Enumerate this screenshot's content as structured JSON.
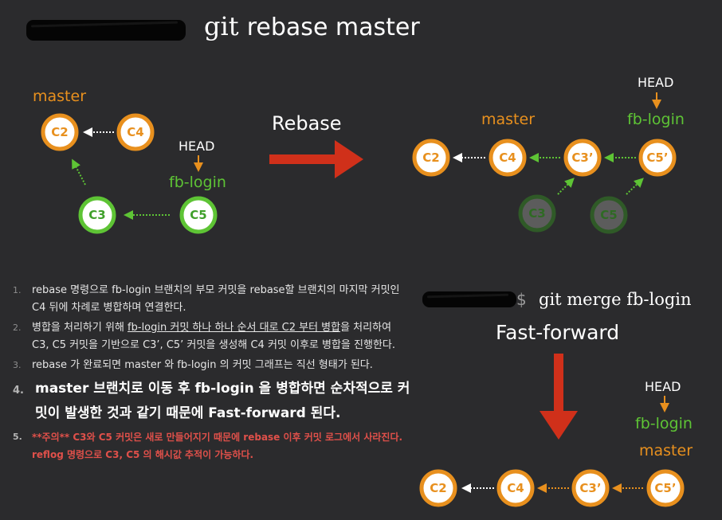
{
  "top": {
    "command_prefix": "git",
    "command_rest": "rebase master"
  },
  "before": {
    "branch_master": "master",
    "head": "HEAD",
    "branch_fb_login": "fb-login",
    "commits": [
      "C2",
      "C4",
      "C3",
      "C5"
    ]
  },
  "rebase_arrow_label": "Rebase",
  "after": {
    "branch_master": "master",
    "head": "HEAD",
    "branch_fb_login": "fb-login",
    "commits": [
      "C2",
      "C4",
      "C3’",
      "C5’"
    ],
    "ghost_commits": [
      "C3",
      "C5"
    ]
  },
  "notes": [
    {
      "num": "1.",
      "parts": [
        "rebase 명령으로 fb-login 브랜치의 부모 커밋을 rebase할 브랜치의 마지막 커밋인 C4 뒤에 차례로 병합하며 연결한다."
      ]
    },
    {
      "num": "2.",
      "pre": "병합을 처리하기 위해 ",
      "underline": "fb-login 커밋 하나 하나 순서 대로 C2 부터 병합",
      "post": "을 처리하여 C3, C5 커밋을 기반으로 C3’, C5’ 커밋을 생성해 C4 커밋 이후로 병합을 진행한다."
    },
    {
      "num": "3.",
      "parts": [
        "rebase 가 완료되면 master 와 fb-login 의 커밋 그래프는 직선 형태가 된다."
      ]
    },
    {
      "num": "4.",
      "parts": [
        "master 브랜치로 이동 후 fb-login 을 병합하면 순차적으로 커밋이 발생한 것과 같기 때문에 Fast-forward 된다."
      ]
    },
    {
      "num": "5.",
      "parts": [
        "**주의** C3와 C5 커밋은 새로 만들어지기 때문에 rebase 이후 커밋 로그에서 사라진다. reflog 명령으로 C3, C5 의 해시값 추적이 가능하다."
      ]
    }
  ],
  "merge": {
    "prompt": "$",
    "command": "git merge fb-login",
    "ff_label": "Fast-forward",
    "head": "HEAD",
    "branch_fb_login": "fb-login",
    "branch_master": "master",
    "commits": [
      "C2",
      "C4",
      "C3’",
      "C5’"
    ]
  },
  "colors": {
    "background": "#2b2b2d",
    "orange": "#e8901e",
    "green": "#5ec435",
    "red_arrow": "#d0301a",
    "ghost_fill": "#5c5c5c",
    "ghost_ring": "#2f5a27",
    "warning_text": "#e0504a"
  }
}
